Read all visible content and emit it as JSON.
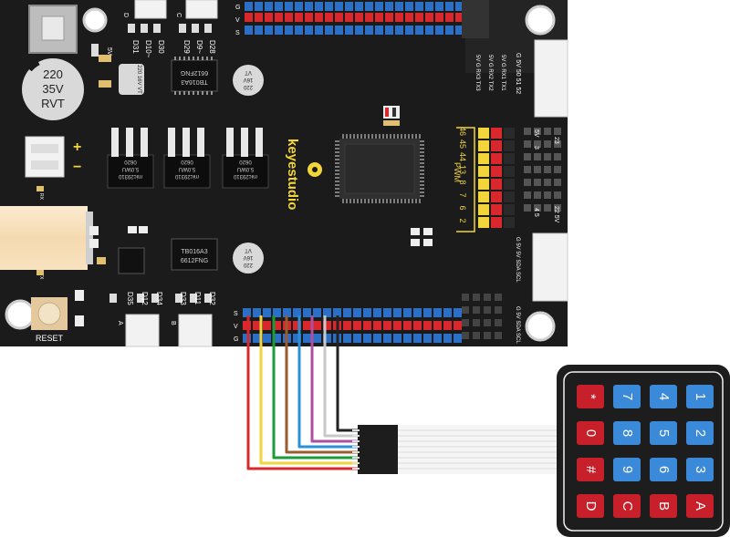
{
  "board": {
    "brand": "keyestudio",
    "capacitor_top": [
      "220",
      "35V",
      "RVT"
    ],
    "cap_small": [
      "220",
      "16V",
      "VT"
    ],
    "reg_label": [
      "mic29310",
      "5.0WU",
      "0620"
    ],
    "driver_label": [
      "TB016A3",
      "6612FNG"
    ],
    "reset_label": "RESET",
    "power_plus": "+",
    "power_minus": "−",
    "pwm_label": "PWM",
    "pwm_pins": [
      "46",
      "45",
      "44",
      "13",
      "8",
      "7",
      "6",
      "2"
    ],
    "serial_cols": [
      "5V G RX3 TX3",
      "5V G RX2 TX2",
      "5V G RX1 TX1"
    ],
    "top_right_header": "G 5V 50 51 52",
    "side_23": "23",
    "side_5v": "5V",
    "side_3": "3",
    "side_22": "22 5V",
    "side_45": "4 5",
    "i2c_label": "G 5V 5V SDA SCL",
    "i2c_label2": "G 5V SDA SCL",
    "gvs_top": [
      "G",
      "V",
      "S"
    ],
    "gvs_bottom": [
      "S",
      "V",
      "G"
    ],
    "motor_labels": [
      "D31",
      "D10~",
      "D30",
      "D29",
      "D9~",
      "D28",
      "D35",
      "D12",
      "D34",
      "D33",
      "D11",
      "D32"
    ],
    "conn_letters": [
      "D",
      "C",
      "A",
      "B"
    ],
    "rx": "RX",
    "tx": "TX"
  },
  "keypad": {
    "keys": [
      [
        "*",
        "7",
        "4",
        "1"
      ],
      [
        "0",
        "8",
        "5",
        "2"
      ],
      [
        "#",
        "9",
        "6",
        "3"
      ],
      [
        "D",
        "C",
        "B",
        "A"
      ]
    ]
  },
  "colors": {
    "board": "#1b1b1b",
    "header_red": "#d9272e",
    "header_blue": "#2b6fc7",
    "header_yellow": "#f2d53a",
    "key_red": "#c8202b",
    "key_blue": "#3b8ad9",
    "wires": [
      "#d9272e",
      "#f2d53a",
      "#1f9a3a",
      "#9a5b2e",
      "#2b8fd6",
      "#b04fa0",
      "#c8c8c8",
      "#222222"
    ]
  }
}
